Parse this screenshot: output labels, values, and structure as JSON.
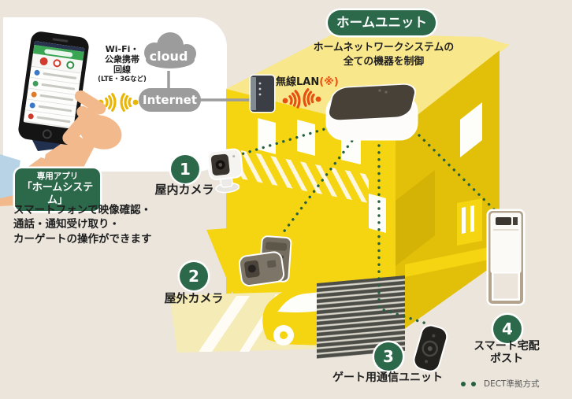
{
  "colors": {
    "background": "#ebe5dc",
    "accent_green": "#2c684a",
    "dotted_line_green": "#266040",
    "house_yellow": "#f5d412",
    "roof_light_yellow": "#f9e78c",
    "side_wall_gold": "#e2bf08",
    "wifi_yellow": "#e9b606",
    "wifi_orange": "#e8500f",
    "network_gray": "#9c9c9c"
  },
  "connection": {
    "wifi_label_lines": [
      "Wi-Fi・",
      "公衆携帯",
      "回線",
      "(LTE・3Gなど)"
    ],
    "cloud_label": "cloud",
    "internet_label": "Internet",
    "wireless_lan_label": "無線LAN",
    "wireless_lan_note": "(※)"
  },
  "app": {
    "badge_line1": "専用アプリ",
    "badge_line2": "「ホームシステム」",
    "description_lines": [
      "スマートフォンで映像確認・",
      "通話・通知受け取り・",
      "カーゲートの操作ができます"
    ]
  },
  "home_unit": {
    "badge": "ホームユニット",
    "subtitle_lines": [
      "ホームネットワークシステムの",
      "全ての機器を制御"
    ]
  },
  "devices": [
    {
      "number": "1",
      "label": "屋内カメラ"
    },
    {
      "number": "2",
      "label": "屋外カメラ"
    },
    {
      "number": "3",
      "label": "ゲート用通信ユニット"
    },
    {
      "number": "4",
      "label_lines": [
        "スマート宅配",
        "ポスト"
      ]
    }
  ],
  "legend": {
    "label": "DECT準拠方式"
  }
}
